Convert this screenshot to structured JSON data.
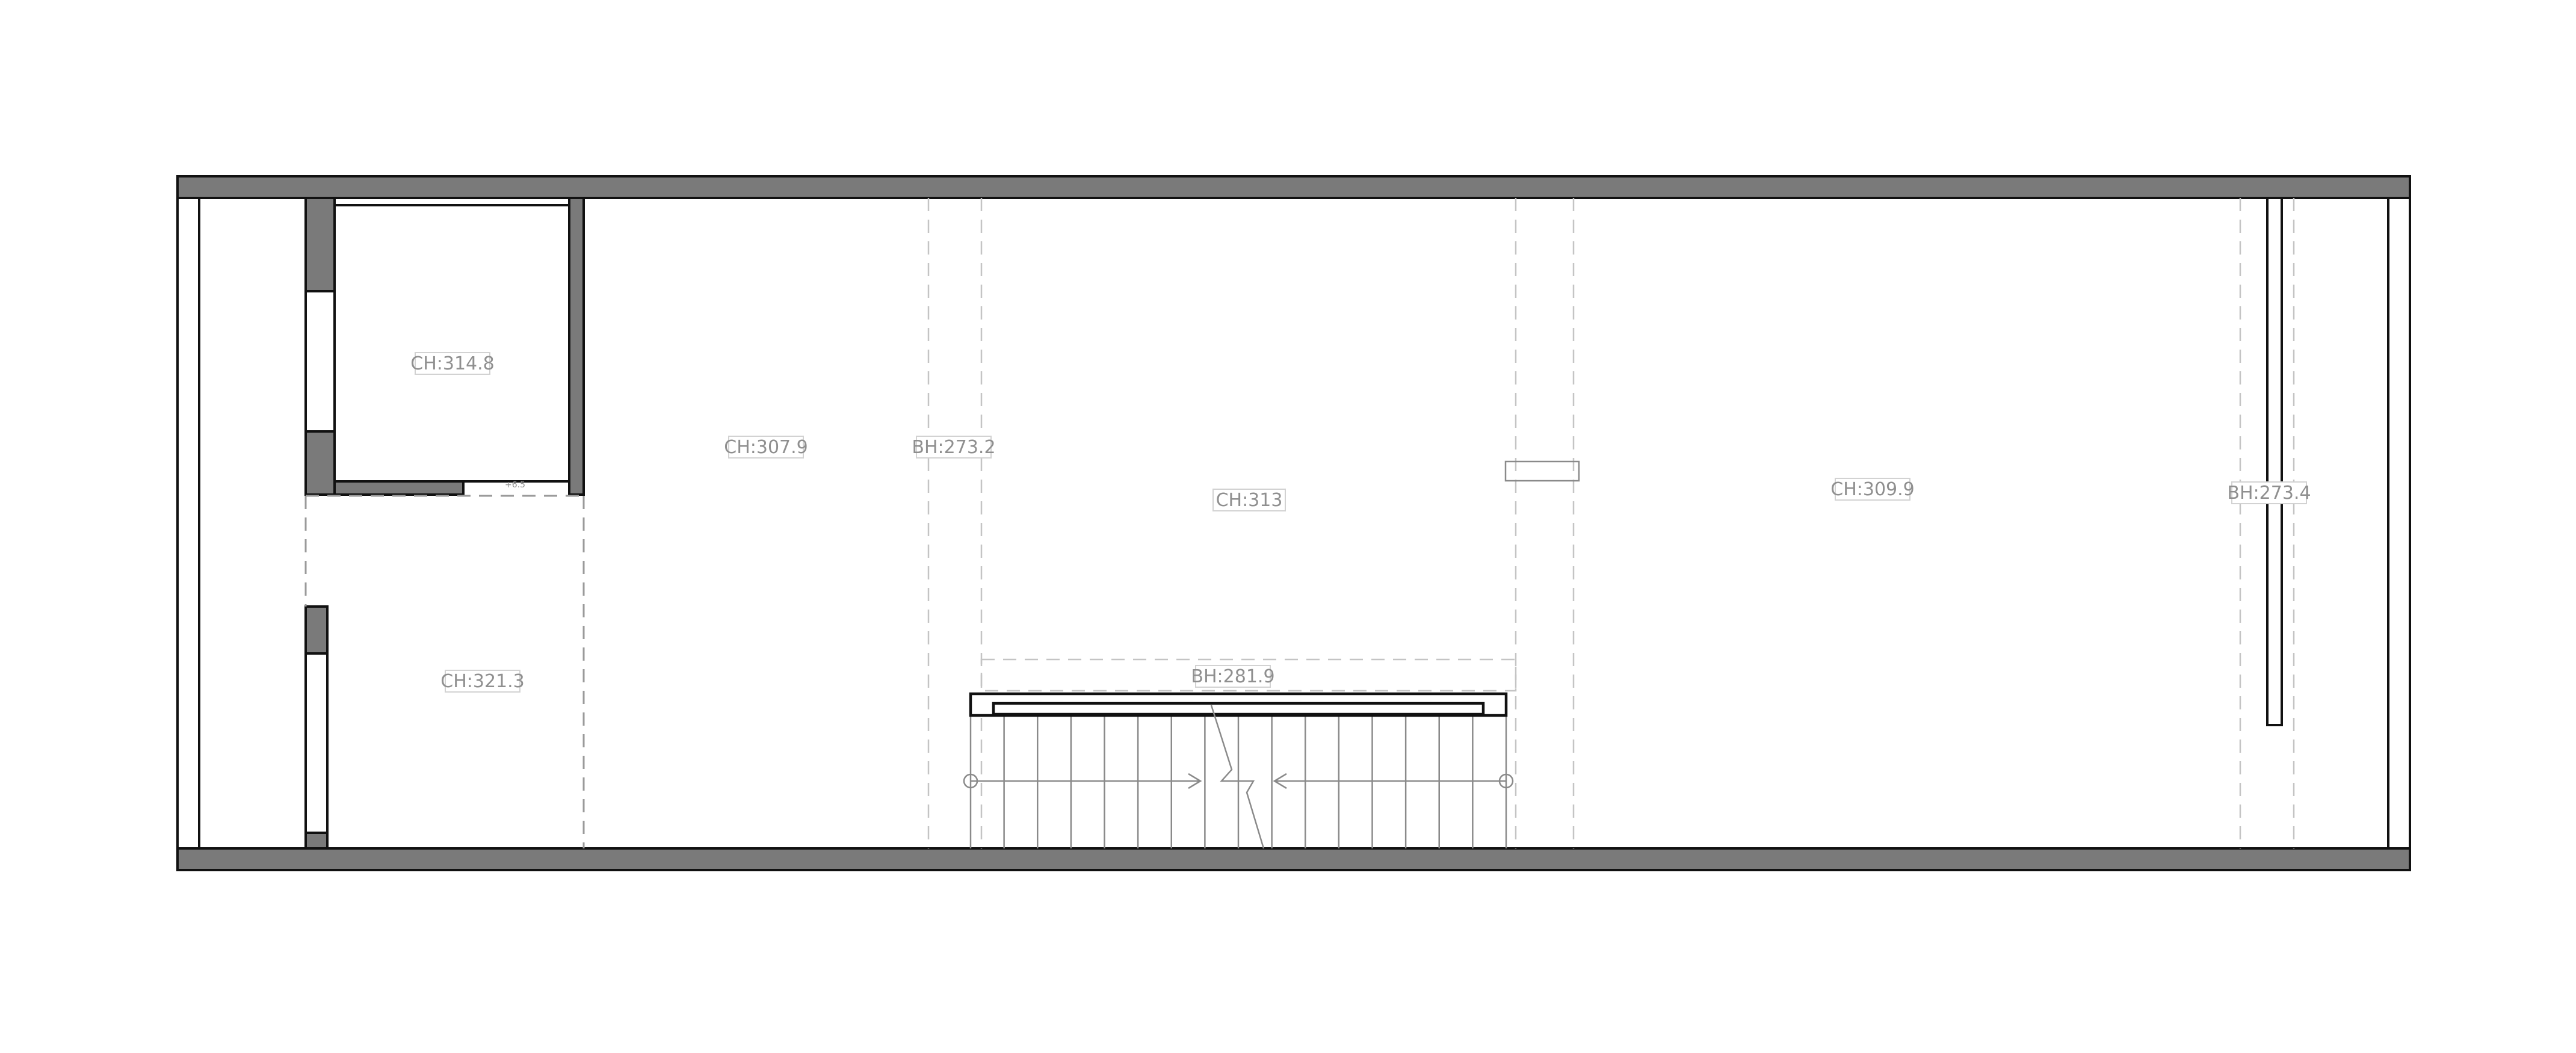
{
  "labels": {
    "ceiling_a": "CH:314.8",
    "ceiling_b": "CH:307.9",
    "beam_a": "BH:273.2",
    "ceiling_c": "CH:313",
    "ceiling_d": "CH:309.9",
    "beam_b": "BH:273.4",
    "ceiling_e": "CH:321.3",
    "beam_c": "BH:281.9",
    "small_note": "+6.5"
  }
}
